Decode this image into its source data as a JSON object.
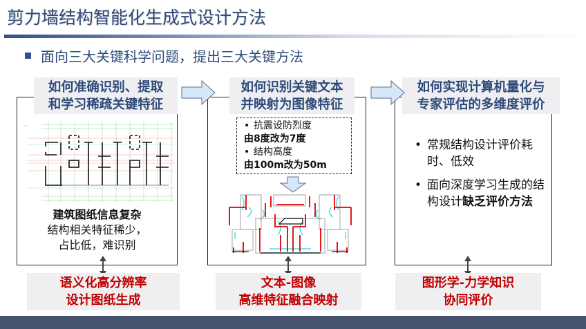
{
  "slide": {
    "title": "剪力墙结构智能化生成式设计方法",
    "subtitle": "面向三大关键科学问题，提出三大关键方法",
    "colors": {
      "title": "#2e4a7a",
      "accent_red": "#c00000",
      "box_bg": "#efeff1",
      "arrow_fill": "#d6e8f8",
      "footer": "#47546f"
    }
  },
  "columns": [
    {
      "question": [
        "如何准确识别、提取",
        "和学习稀疏关键特征"
      ],
      "description": {
        "bold": "建筑图纸信息复杂",
        "lines": [
          "结构相关特征稀少，",
          "占比低，难识别"
        ]
      },
      "method": [
        "语义化高分辨率",
        "设计图纸生成"
      ]
    },
    {
      "question": [
        "如何识别关键文本",
        "并映射为图像特征"
      ],
      "conditions": [
        {
          "label": "抗震设防烈度",
          "value": "由8度改为7度"
        },
        {
          "label": "结构高度",
          "value": "由100m改为50m"
        }
      ],
      "method": [
        "文本-图像",
        "高维特征融合映射"
      ]
    },
    {
      "question": [
        "如何实现计算机量化与",
        "专家评估的多维度评价"
      ],
      "bullets": [
        {
          "text": "常规结构设计评价耗时、低效",
          "bold": ""
        },
        {
          "text": "面向深度学习生成的结构设计",
          "bold": "缺乏评价方法"
        }
      ],
      "method": [
        "图形学-力学知识",
        "协同评价"
      ]
    }
  ],
  "bullet_glyph": "•"
}
